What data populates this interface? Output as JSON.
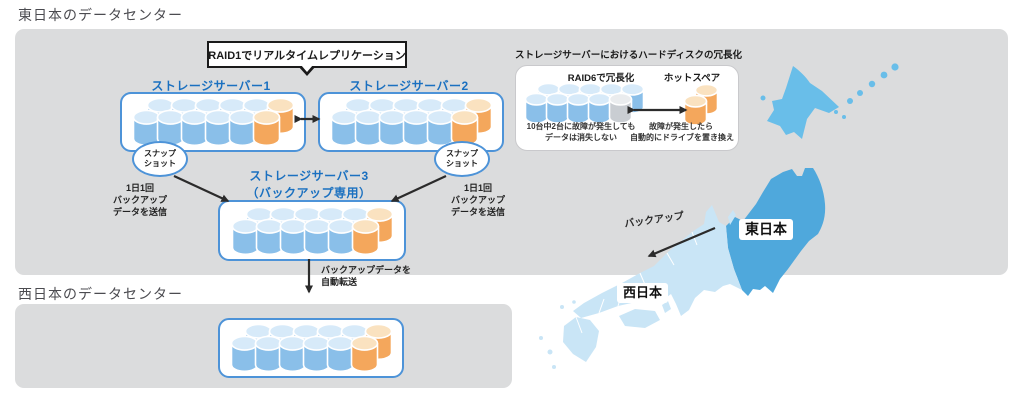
{
  "east_dc": {
    "title": "東日本のデータセンター"
  },
  "west_dc": {
    "title": "西日本のデータセンター"
  },
  "replication": {
    "callout": "RAID1でリアルタイムレプリケーション"
  },
  "servers": {
    "server1": {
      "name": "ストレージサーバー1"
    },
    "server2": {
      "name": "ストレージサーバー2"
    },
    "server3": {
      "name": "ストレージサーバー3",
      "subtitle": "（バックアップ専用）"
    }
  },
  "snapshot": {
    "line1": "スナップ",
    "line2": "ショット"
  },
  "daily_backup": {
    "line1": "1日1回",
    "line2": "バックアップ",
    "line3": "データを送信"
  },
  "auto_transfer": {
    "line1": "バックアップデータを",
    "line2": "自動転送"
  },
  "redundancy": {
    "title": "ストレージサーバーにおけるハードディスクの冗長化",
    "raid6_label": "RAID6で冗長化",
    "hotspare_label": "ホットスペア",
    "raid6_note_line1": "10台中2台に故障が発生しても",
    "raid6_note_line2": "データは消失しない",
    "hotspare_note_line1": "故障が発生したら",
    "hotspare_note_line2": "自動的にドライブを置き換え"
  },
  "map": {
    "east_label": "東日本",
    "west_label": "西日本",
    "backup_label": "バックアップ"
  },
  "colors": {
    "panel_gray": "#dbdcdd",
    "heading_blue": "#1a70c0",
    "box_border_blue": "#4d93d8",
    "arrow_black": "#2b2b2b",
    "map_east_blue": "#4fa8dc",
    "map_hokkaido_blue": "#69bee9",
    "map_west_blue": "#c9e5f6"
  },
  "disk_colors": {
    "blue": {
      "body": "#8abfe9",
      "top": "#d7eaf9"
    },
    "orange": {
      "body": "#f4a75c",
      "top": "#fae2c0"
    },
    "gray": {
      "body": "#c9cdd2",
      "top": "#eaecee"
    }
  },
  "disk_clusters": {
    "server": {
      "disk_w": 26,
      "step": 24,
      "back_dx": 14,
      "front_dy": 12,
      "back": [
        "blue",
        "blue",
        "blue",
        "blue",
        "blue",
        "orange"
      ],
      "front": [
        "blue",
        "blue",
        "blue",
        "blue",
        "blue",
        "orange"
      ]
    },
    "raid6": {
      "disk_w": 22,
      "step": 21,
      "back_dx": 12,
      "front_dy": 10,
      "back": [
        "blue",
        "blue",
        "blue",
        "blue",
        "blue"
      ],
      "front": [
        "blue",
        "blue",
        "blue",
        "blue",
        "gray"
      ]
    },
    "hotspare": {
      "disk_w": 22,
      "step": 21,
      "back_dx": 11,
      "front_dy": 11,
      "back": [
        "orange"
      ],
      "front": [
        "orange"
      ]
    }
  }
}
